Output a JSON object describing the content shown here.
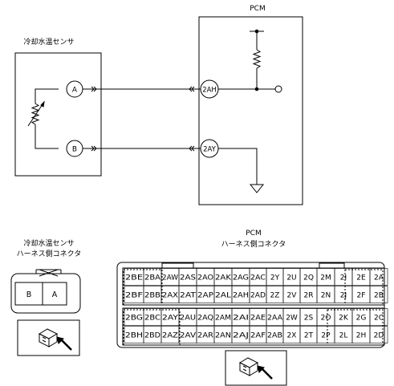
{
  "circuit": {
    "pcm_title": "PCM",
    "sensor_title": "冷却水温センサ",
    "sensor_pins": [
      "A",
      "B"
    ],
    "pcm_pins": [
      "2AH",
      "2AY"
    ]
  },
  "sensor_connector": {
    "title_line1": "冷却水温センサ",
    "title_line2": "ハーネス側コネクタ",
    "cells": [
      "B",
      "A"
    ]
  },
  "pcm_connector": {
    "title_line1": "PCM",
    "title_line2": "ハーネス側コネクタ",
    "rows": [
      [
        "2BE",
        "2BA",
        "2AW",
        "2AS",
        "2AO",
        "2AK",
        "2AG",
        "2AC",
        "2Y",
        "2U",
        "2Q",
        "2M",
        "2I",
        "2E",
        "2A"
      ],
      [
        "2BF",
        "2BB",
        "2AX",
        "2AT",
        "2AP",
        "2AL",
        "2AH",
        "2AD",
        "2Z",
        "2V",
        "2R",
        "2N",
        "2J",
        "2F",
        "2B"
      ],
      [
        "2BG",
        "2BC",
        "2AY",
        "2AU",
        "2AQ",
        "2AM",
        "2AI",
        "2AE",
        "2AA",
        "2W",
        "2S",
        "2O",
        "2K",
        "2G",
        "2C"
      ],
      [
        "2BH",
        "2BD",
        "2AZ",
        "2AV",
        "2AR",
        "2AN",
        "2AJ",
        "2AF",
        "2AB",
        "2X",
        "2T",
        "2P",
        "2L",
        "2H",
        "2D"
      ]
    ]
  }
}
